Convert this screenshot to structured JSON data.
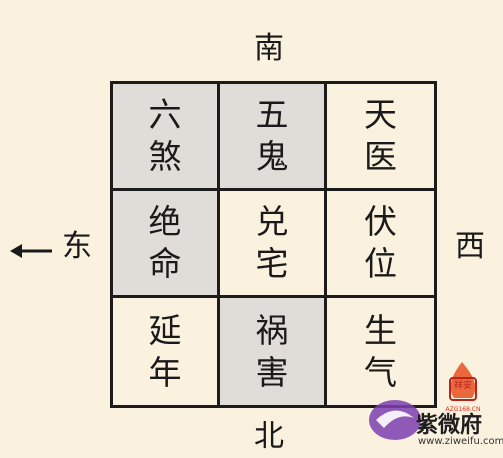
{
  "title_partial": "",
  "directions": {
    "south": "南",
    "north": "北",
    "west": "西",
    "east": "东"
  },
  "grid": {
    "cells": [
      {
        "line1": "六",
        "line2": "煞",
        "shaded": true
      },
      {
        "line1": "五",
        "line2": "鬼",
        "shaded": true
      },
      {
        "line1": "天",
        "line2": "医",
        "shaded": false
      },
      {
        "line1": "绝",
        "line2": "命",
        "shaded": true
      },
      {
        "line1": "兑",
        "line2": "宅",
        "shaded": false
      },
      {
        "line1": "伏",
        "line2": "位",
        "shaded": false
      },
      {
        "line1": "延",
        "line2": "年",
        "shaded": false
      },
      {
        "line1": "祸",
        "line2": "害",
        "shaded": true
      },
      {
        "line1": "生",
        "line2": "气",
        "shaded": false
      }
    ]
  },
  "watermark": {
    "brand": "紫微府",
    "url": "www.ziweifu.com",
    "seal": "祥安",
    "seal_sub": "AZG168.CN"
  },
  "colors": {
    "background": "#fbf1df",
    "shaded": "#e0ddd8",
    "line": "#1c1c1c"
  }
}
